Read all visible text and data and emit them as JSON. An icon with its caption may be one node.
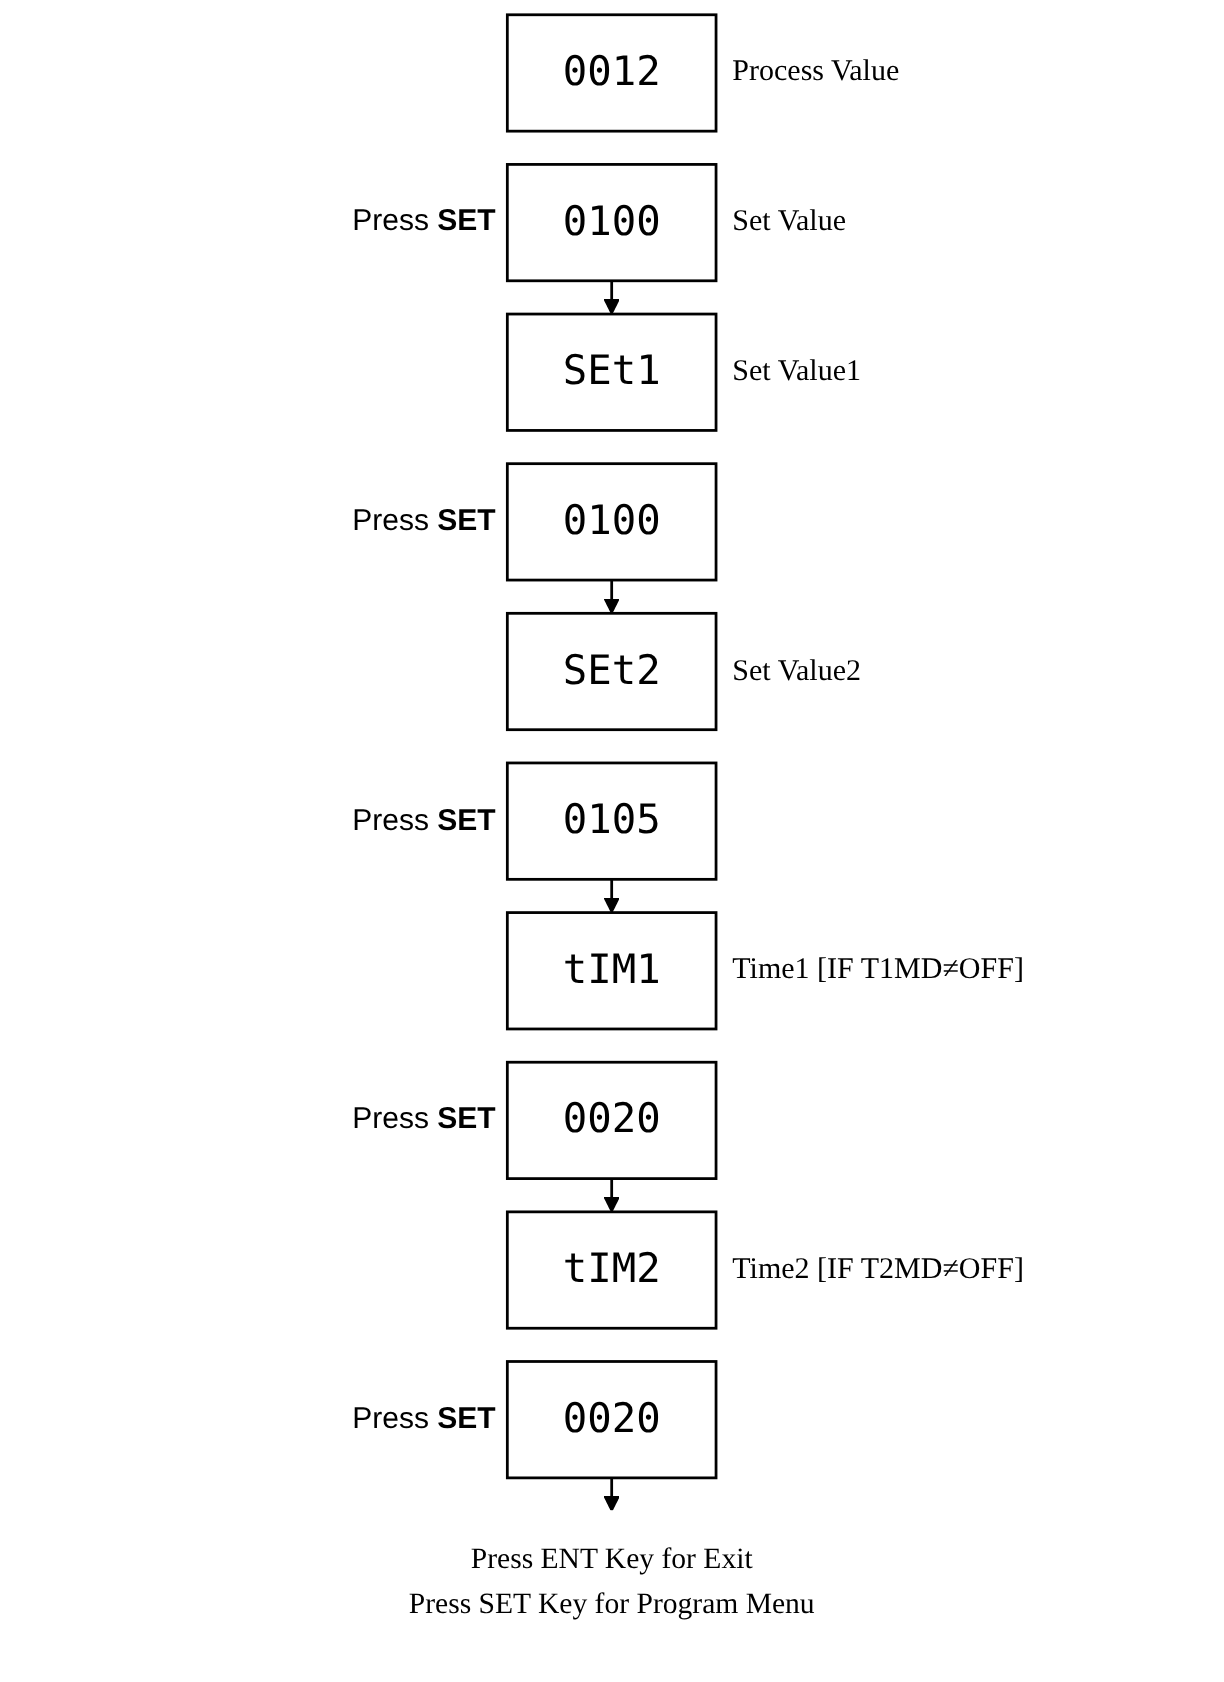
{
  "diagram": {
    "nodes": [
      {
        "text": [
          "0012"
        ],
        "beside": [
          "Process Value"
        ]
      },
      {
        "text": [
          "0100"
        ],
        "beside": [
          "Press **SET**",
          "Set Value"
        ]
      },
      {
        "text": [
          "SEt1"
        ],
        "beside": [
          "Set Value1"
        ]
      },
      {
        "text": [
          "0100"
        ],
        "beside": [
          "Press **SET**"
        ]
      },
      {
        "text": [
          "SEt2"
        ],
        "beside": [
          "Set Value2"
        ]
      },
      {
        "text": [
          "0105"
        ],
        "beside": [
          "Press **SET**"
        ]
      },
      {
        "text": [
          "tIM1"
        ],
        "beside": [
          "Time1 [IF T1MD≠OFF]"
        ]
      },
      {
        "text": [
          "0020"
        ],
        "beside": [
          "Press **SET**"
        ]
      },
      {
        "text": [
          "tIM2"
        ],
        "beside": [
          "Time2 [IF T2MD≠OFF]"
        ]
      },
      {
        "text": [
          "0020"
        ],
        "beside": [
          "Press **SET**"
        ]
      },
      {
        "text": [
          "Press ENT Key for Exit",
          "Press SET Key for Program Menu"
        ]
      }
    ],
    "edges": [
      {
        "from": 1,
        "to": 2,
        "arrow": "to"
      },
      {
        "from": 3,
        "to": 4,
        "arrow": "to"
      },
      {
        "from": 5,
        "to": 6,
        "arrow": "to"
      },
      {
        "from": 7,
        "to": 8,
        "arrow": "to"
      },
      {
        "from": 9,
        "to": 10,
        "arrow": "to"
      }
    ]
  }
}
